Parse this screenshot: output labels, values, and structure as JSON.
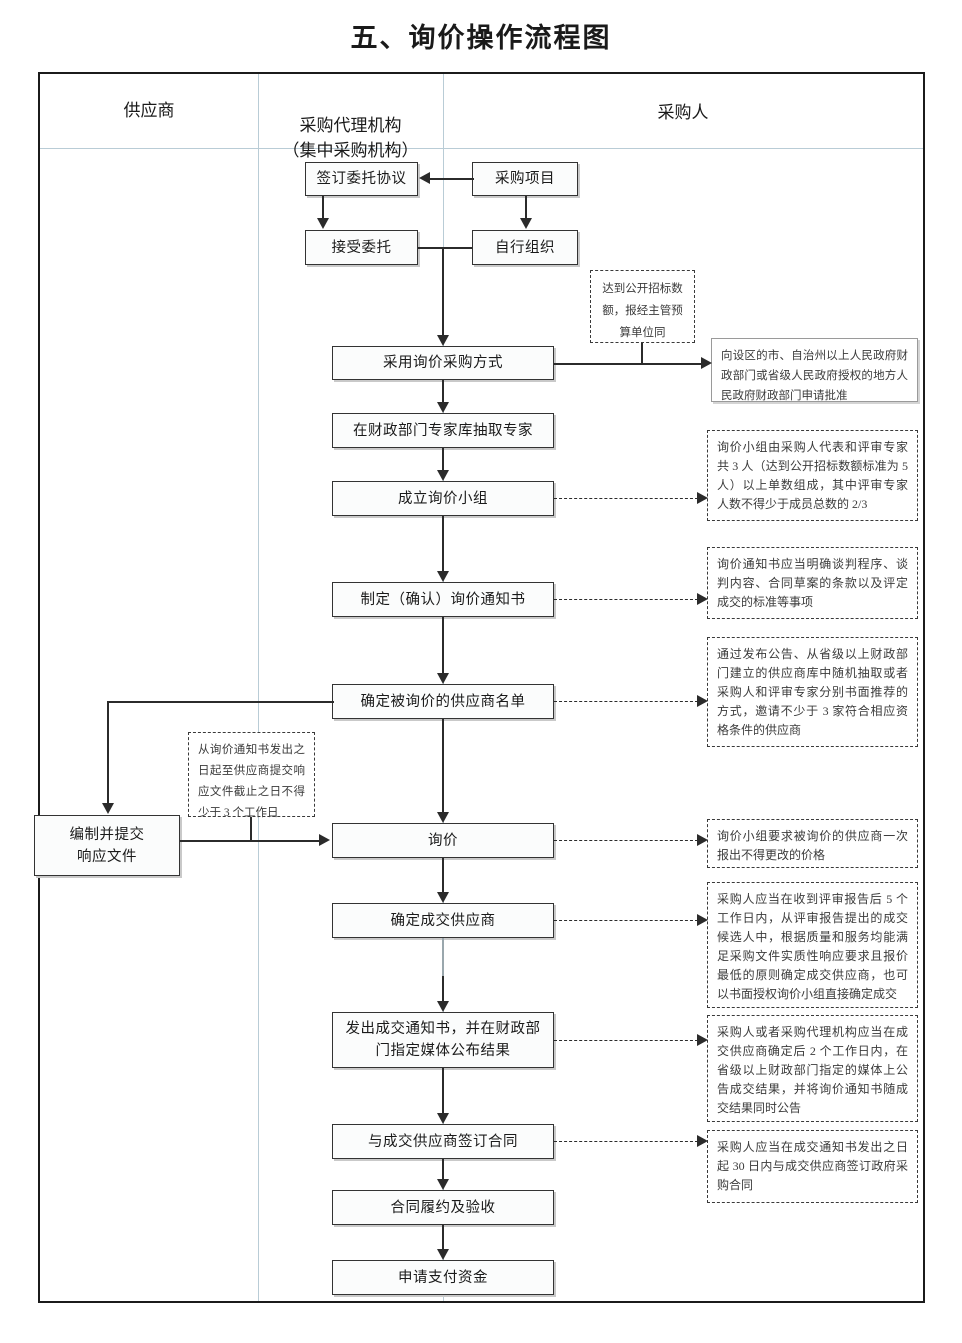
{
  "title": "五、询价操作流程图",
  "lanes": [
    {
      "id": "supplier",
      "label": "供应商"
    },
    {
      "id": "agency",
      "label": "采购代理机构\n（集中采购机构）"
    },
    {
      "id": "purchaser",
      "label": "采购人"
    }
  ],
  "nodes": {
    "sign_entrust": "签订委托协议",
    "purchase_project": "采购项目",
    "accept_entrust": "接受委托",
    "self_organize": "自行组织",
    "adopt_inquiry": "采用询价采购方式",
    "draw_experts": "在财政部门专家库抽取专家",
    "form_group": "成立询价小组",
    "make_notice": "制定（确认）询价通知书",
    "confirm_supplier_list": "确定被询价的供应商名单",
    "prepare_response": "编制并提交\n响应文件",
    "inquiry": "询价",
    "confirm_winner": "确定成交供应商",
    "issue_notice_publish": "发出成交通知书，并在财政部\n门指定媒体公布结果",
    "sign_contract": "与成交供应商签订合同",
    "contract_perform": "合同履约及验收",
    "apply_payment": "申请支付资金"
  },
  "notes": {
    "threshold": "达到公开招标数额，报经主管预算单位同",
    "approval": "向设区的市、自治州以上人民政府财政部门或省级人民政府授权的地方人民政府财政部门申请批准",
    "group_composition": "询价小组由采购人代表和评审专家共 3 人（达到公开招标数额标准为 5 人）以上单数组成，其中评审专家人数不得少于成员总数的 2/3",
    "notice_content": "询价通知书应当明确谈判程序、谈判内容、合同草案的条款以及评定成交的标准等事项",
    "supplier_invite": "通过发布公告、从省级以上财政部门建立的供应商库中随机抽取或者采购人和评审专家分别书面推荐的方式，邀请不少于 3 家符合相应资格条件的供应商",
    "response_deadline": "从询价通知书发出之日起至供应商提交响应文件截止之日不得少于 3 个工作日",
    "one_price": "询价小组要求被询价的供应商一次报出不得更改的价格",
    "award_rule": "采购人应当在收到评审报告后 5 个工作日内，从评审报告提出的成交候选人中，根据质量和服务均能满足采购文件实质性响应要求且报价最低的原则确定成交供应商，也可以书面授权询价小组直接确定成交",
    "publish_rule": "采购人或者采购代理机构应当在成交供应商确定后 2 个工作日内，在省级以上财政部门指定的媒体上公告成交结果，并将询价通知书随成交结果同时公告",
    "contract_rule": "采购人应当在成交通知书发出之日起 30 日内与成交供应商签订政府采购合同"
  },
  "colors": {
    "frame": "#1b1b1b",
    "lane_divider": "#b9ccd6",
    "box_border": "#333333",
    "note_border": "#3a3a3a",
    "connector": "#2b2b2b",
    "page_bg": "#ffffff"
  }
}
